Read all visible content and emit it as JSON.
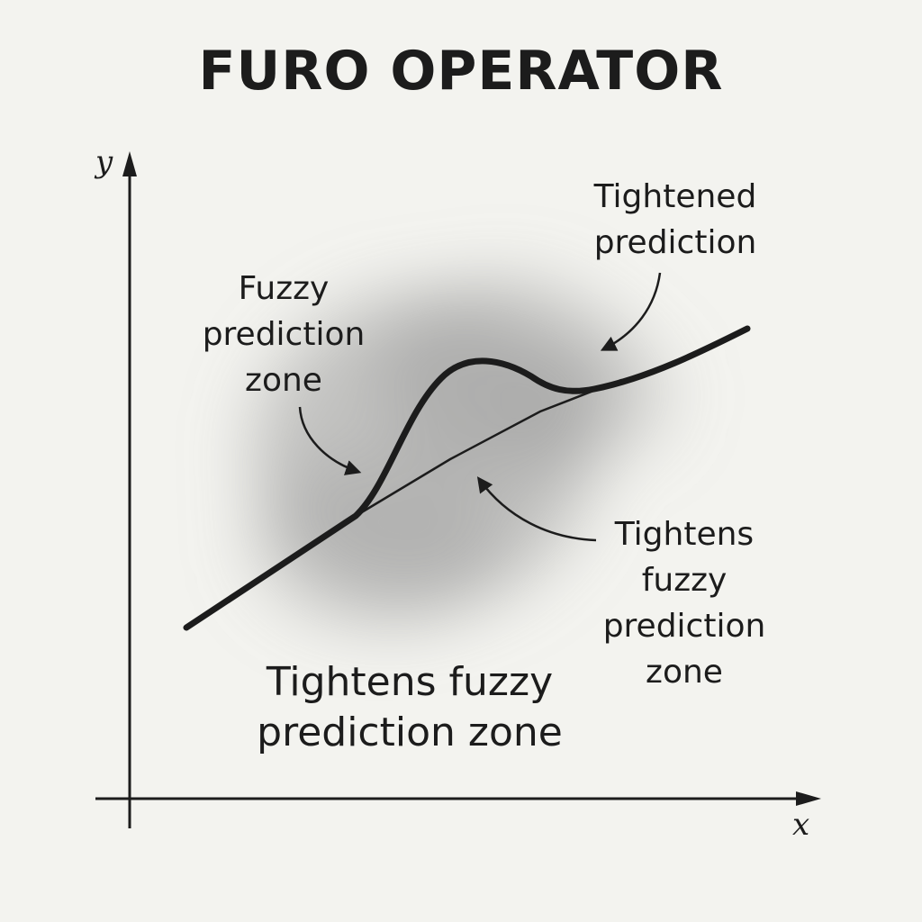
{
  "title": "FURO OPERATOR",
  "axes": {
    "x_label": "x",
    "y_label": "y"
  },
  "annotations": {
    "fuzzy_zone": [
      "Fuzzy",
      "prediction",
      "zone"
    ],
    "tightened_prediction": [
      "Tightened",
      "prediction"
    ],
    "tightens_zone": [
      "Tightens",
      "fuzzy",
      "prediction",
      "zone"
    ]
  },
  "caption": [
    "Tightens fuzzy",
    "prediction zone"
  ],
  "colors": {
    "background": "#f3f3ef",
    "ink": "#1c1c1c",
    "fuzzy_zone": "#9a9a9a"
  }
}
